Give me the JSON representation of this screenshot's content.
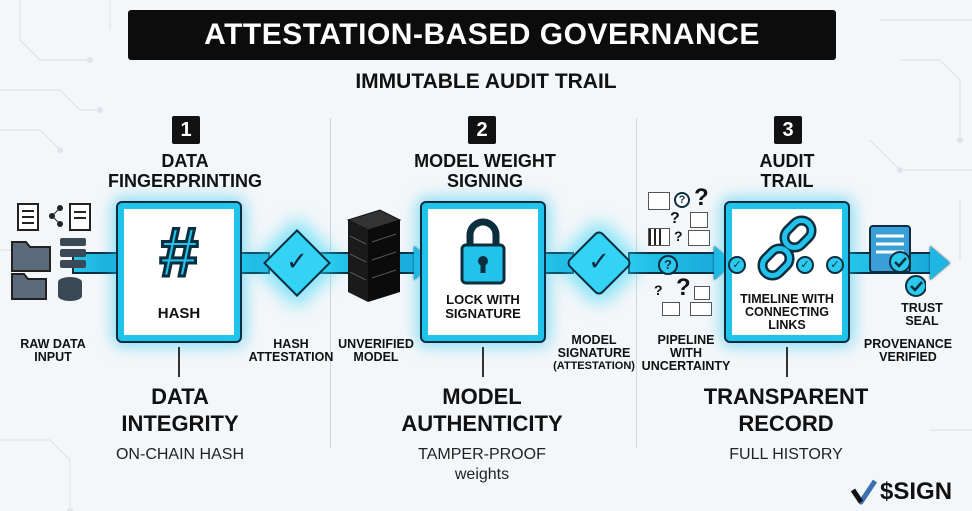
{
  "header": {
    "title": "ATTESTATION-BASED GOVERNANCE",
    "subtitle": "IMMUTABLE AUDIT TRAIL"
  },
  "steps": [
    {
      "number": "1",
      "title_line1": "DATA",
      "title_line2": "FINGERPRINTING"
    },
    {
      "number": "2",
      "title_line1": "MODEL WEIGHT",
      "title_line2": "SIGNING"
    },
    {
      "number": "3",
      "title_line1": "AUDIT",
      "title_line2": "TRAIL"
    }
  ],
  "cards": {
    "hash": {
      "icon": "#",
      "label": "HASH"
    },
    "lock": {
      "label_line1": "LOCK WITH",
      "label_line2": "SIGNATURE"
    },
    "timeline": {
      "label_line1": "TIMELINE WITH",
      "label_line2": "CONNECTING",
      "label_line3": "LINKS"
    }
  },
  "flow_labels": {
    "raw_data": {
      "line1": "RAW DATA",
      "line2": "INPUT"
    },
    "hash_attestation": {
      "line1": "HASH",
      "line2": "ATTESTATION"
    },
    "unverified_model": {
      "line1": "UNVERIFIED",
      "line2": "MODEL"
    },
    "model_signature": {
      "line1": "MODEL",
      "line2": "SIGNATURE",
      "line3": "(ATTESTATION)"
    },
    "pipeline": {
      "line1": "PIPELINE",
      "line2": "WITH",
      "line3": "UNCERTAINTY"
    },
    "trust_seal": {
      "line1": "TRUST",
      "line2": "SEAL"
    },
    "provenance": {
      "line1": "PROVENANCE",
      "line2": "VERIFIED"
    }
  },
  "categories": [
    {
      "title_line1": "DATA",
      "title_line2": "INTEGRITY",
      "subtitle_line1": "ON-CHAIN HASH",
      "subtitle_line2": ""
    },
    {
      "title_line1": "MODEL",
      "title_line2": "AUTHENTICITY",
      "subtitle_line1": "TAMPER-PROOF",
      "subtitle_line2": "weights"
    },
    {
      "title_line1": "TRANSPARENT",
      "title_line2": "RECORD",
      "subtitle_line1": "FULL HISTORY",
      "subtitle_line2": ""
    }
  ],
  "symbols": {
    "question": "?",
    "check": "✓"
  },
  "logo": {
    "text": "$SIGN"
  },
  "icons": [
    "document-stack-icon",
    "folder-icon",
    "database-icon",
    "hash-icon",
    "cube-check-icon",
    "black-block-icon",
    "lock-icon",
    "shield-check-icon",
    "chart-icon",
    "chain-link-icon",
    "document-check-icon",
    "sign-logo-icon"
  ],
  "colors": {
    "accent": "#21c3ec",
    "dark": "#0b2e3f",
    "title_bg": "#0c0c0c",
    "background": "#f4f7f9"
  }
}
